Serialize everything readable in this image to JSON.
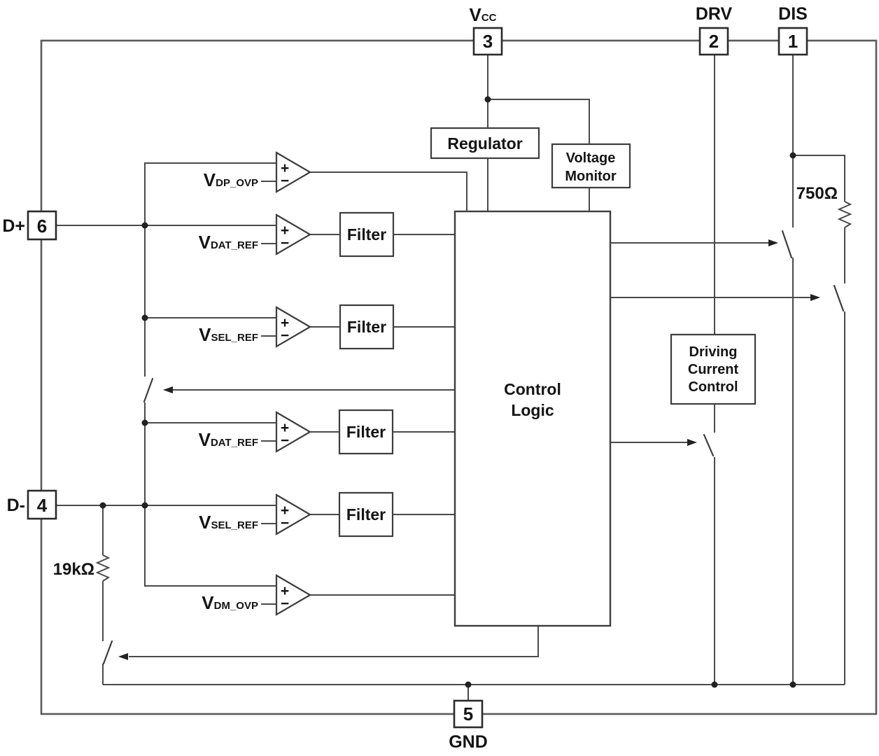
{
  "pins": {
    "vcc": {
      "number": "3",
      "label_main": "V",
      "label_sub": "CC"
    },
    "drv": {
      "number": "2",
      "label": "DRV"
    },
    "dis": {
      "number": "1",
      "label": "DIS"
    },
    "dp": {
      "number": "6",
      "label": "D+"
    },
    "dm": {
      "number": "4",
      "label": "D-"
    },
    "gnd": {
      "number": "5",
      "label": "GND"
    }
  },
  "blocks": {
    "regulator": {
      "label": "Regulator"
    },
    "voltage_monitor": {
      "line1": "Voltage",
      "line2": "Monitor"
    },
    "control_logic": {
      "line1": "Control",
      "line2": "Logic"
    },
    "driving_current_control": {
      "line1": "Driving",
      "line2": "Current",
      "line3": "Control"
    },
    "filter": {
      "label": "Filter"
    }
  },
  "comparators": {
    "signs": {
      "plus": "+",
      "minus": "−"
    },
    "refs": {
      "row1": {
        "main": "V",
        "sub": "DP_OVP"
      },
      "row2": {
        "main": "V",
        "sub": "DAT_REF"
      },
      "row3": {
        "main": "V",
        "sub": "SEL_REF"
      },
      "row4": {
        "main": "V",
        "sub": "DAT_REF"
      },
      "row5": {
        "main": "V",
        "sub": "SEL_REF"
      },
      "row6": {
        "main": "V",
        "sub": "DM_OVP"
      }
    }
  },
  "resistors": {
    "r750": {
      "value": "750Ω"
    },
    "r19k": {
      "value": "19kΩ"
    }
  },
  "colors": {
    "wire": "#4a4a4a",
    "box_stroke": "#3d3d3d",
    "text": "#141414",
    "background": "#ffffff"
  }
}
